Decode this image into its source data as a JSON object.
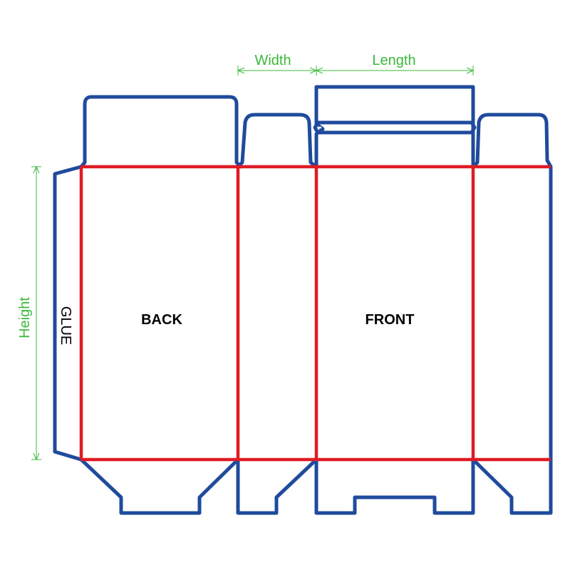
{
  "colors": {
    "cut_line": "#1f4b9c",
    "fold_line": "#e01b24",
    "dimension": "#3cb83c",
    "panel_text": "#000000"
  },
  "dimensions": {
    "width": "Width",
    "length": "Length",
    "height": "Height"
  },
  "panels": {
    "back": "BACK",
    "front": "FRONT",
    "glue": "GLUE"
  }
}
